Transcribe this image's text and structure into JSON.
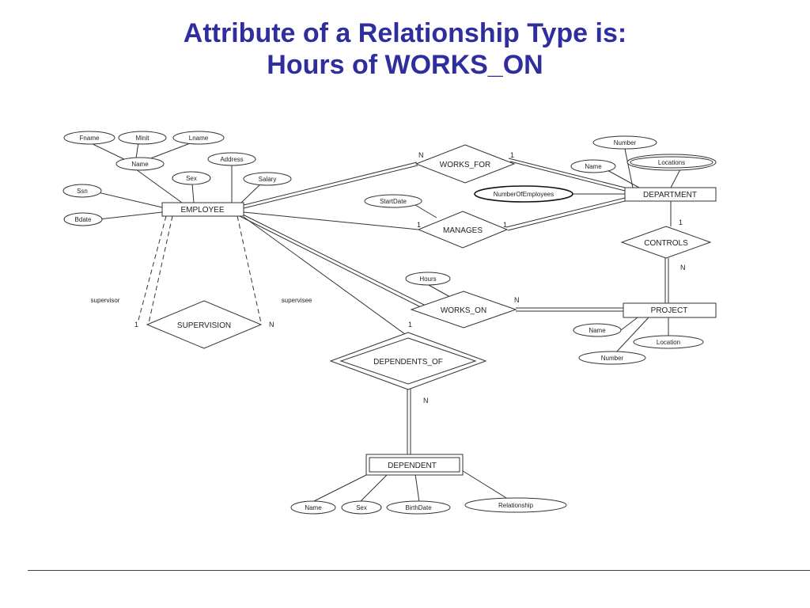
{
  "slide": {
    "title_line1": "Attribute of a Relationship Type is:",
    "title_line2": "Hours of WORKS_ON"
  },
  "colors": {
    "title": "#2e2e9e",
    "line": "#333333"
  },
  "entities": {
    "employee": "EMPLOYEE",
    "department": "DEPARTMENT",
    "project": "PROJECT",
    "dependent": "DEPENDENT"
  },
  "relationships": {
    "works_for": "WORKS_FOR",
    "manages": "MANAGES",
    "controls": "CONTROLS",
    "works_on": "WORKS_ON",
    "supervision": "SUPERVISION",
    "dependents_of": "DEPENDENTS_OF"
  },
  "attributes": {
    "fname": "Fname",
    "minit": "Minit",
    "lname": "Lname",
    "emp_name": "Name",
    "address": "Address",
    "sex": "Sex",
    "salary": "Salary",
    "ssn": "Ssn",
    "bdate": "Bdate",
    "dept_number": "Number",
    "dept_name": "Name",
    "locations": "Locations",
    "number_of_employees": "NumberOfEmployees",
    "start_date": "StartDate",
    "hours": "Hours",
    "proj_name": "Name",
    "proj_location": "Location",
    "proj_number": "Number",
    "dep_name": "Name",
    "dep_sex": "Sex",
    "birth_date": "BirthDate",
    "relationship": "Relationship"
  },
  "roles": {
    "supervisor": "supervisor",
    "supervisee": "supervisee"
  },
  "cardinalities": {
    "works_for_emp": "N",
    "works_for_dept": "1",
    "manages_emp": "1",
    "manages_dept": "1",
    "controls_dept": "1",
    "controls_proj": "N",
    "works_on_proj": "N",
    "supervision_left": "1",
    "supervision_right": "N",
    "dependents_of_emp": "1",
    "dependents_of_dep": "N"
  }
}
